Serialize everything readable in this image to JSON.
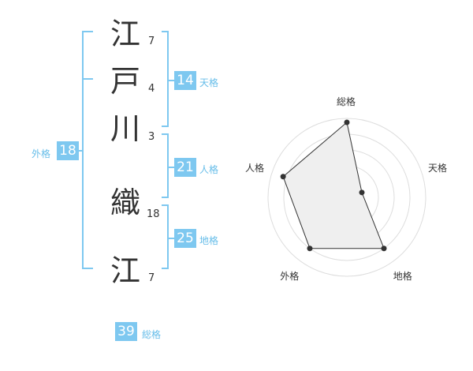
{
  "name": [
    {
      "char": "江",
      "strokes": "7"
    },
    {
      "char": "戸",
      "strokes": "4"
    },
    {
      "char": "川",
      "strokes": "3"
    },
    {
      "char": "織",
      "strokes": "18"
    },
    {
      "char": "江",
      "strokes": "7"
    }
  ],
  "grids": {
    "tenkaku": {
      "value": "14",
      "label": "天格"
    },
    "jinkaku": {
      "value": "21",
      "label": "人格"
    },
    "chikaku": {
      "value": "25",
      "label": "地格"
    },
    "gaikaku": {
      "value": "18",
      "label": "外格"
    },
    "soukaku": {
      "value": "39",
      "label": "総格"
    }
  },
  "colors": {
    "accent": "#7ec8f0",
    "accent_text": "#66bde9",
    "radar_fill": "#efefef",
    "ring": "#dddddd"
  },
  "chart_data": {
    "type": "radar",
    "axes": [
      "総格",
      "天格",
      "地格",
      "外格",
      "人格"
    ],
    "values": [
      0.95,
      0.2,
      0.8,
      0.8,
      0.85
    ],
    "max": 1,
    "rings": 5
  }
}
